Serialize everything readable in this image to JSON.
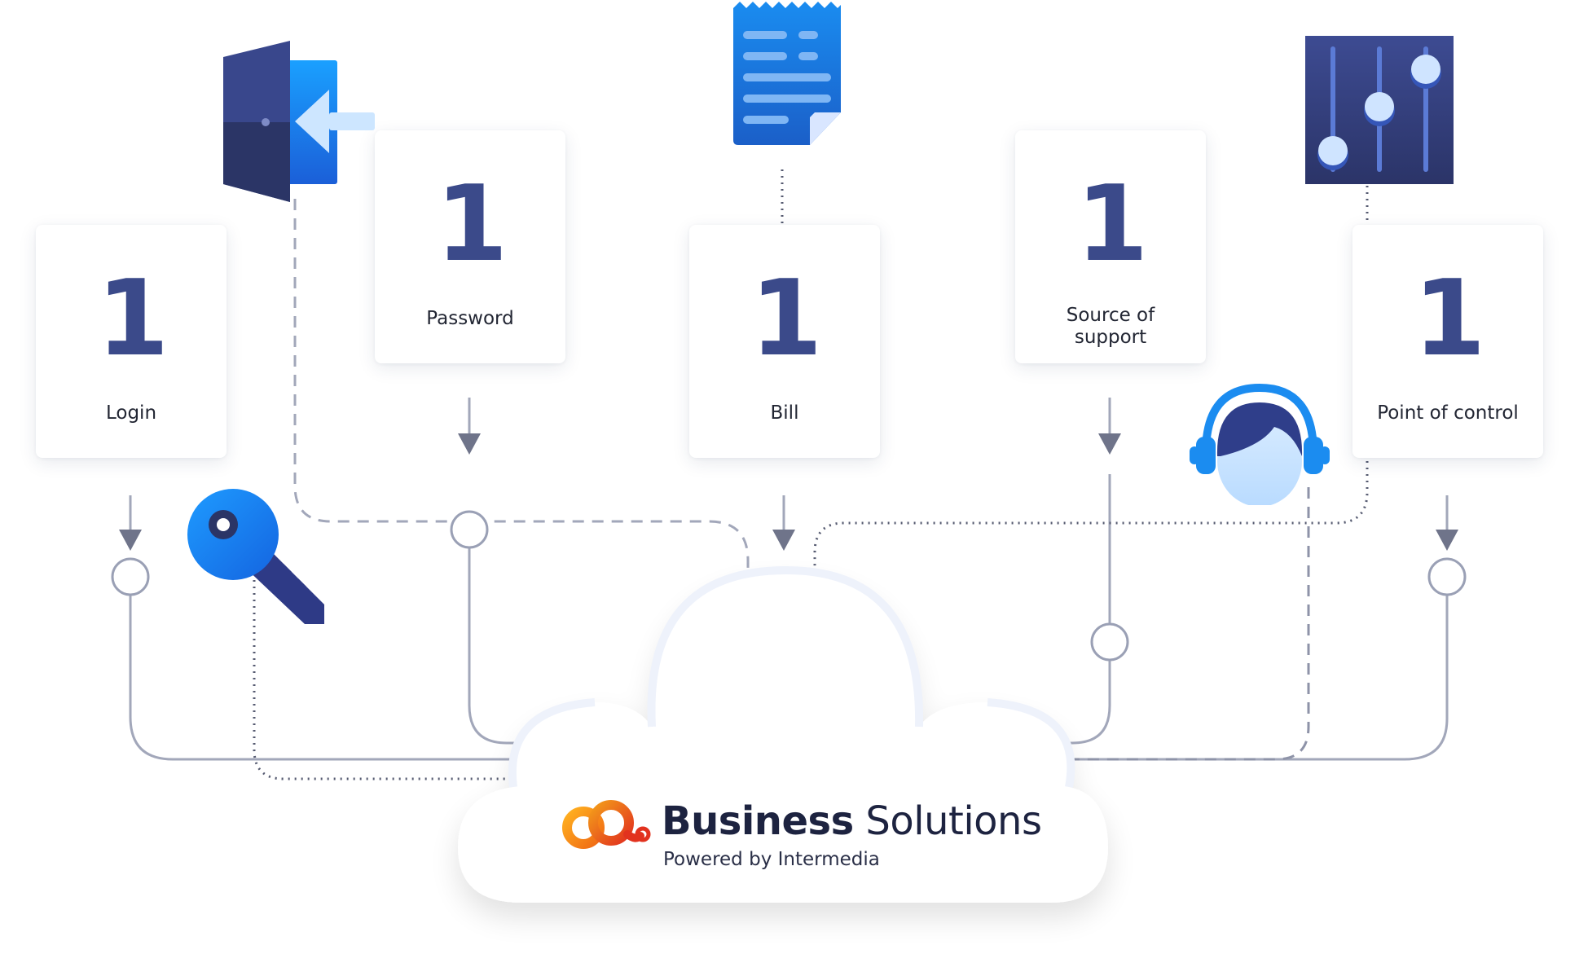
{
  "cards": [
    {
      "id": "login",
      "number": "1",
      "label": "Login"
    },
    {
      "id": "password",
      "number": "1",
      "label": "Password"
    },
    {
      "id": "bill",
      "number": "1",
      "label": "Bill"
    },
    {
      "id": "support",
      "number": "1",
      "label": "Source of support"
    },
    {
      "id": "control",
      "number": "1",
      "label": "Point of control"
    }
  ],
  "brand": {
    "name_bold": "Business",
    "name_light": "Solutions",
    "tagline": "Powered by Intermedia"
  },
  "icons": {
    "login": "door-login-icon",
    "key": "key-icon",
    "bill": "receipt-icon",
    "support": "headset-icon",
    "control": "sliders-icon",
    "logo": "intermedia-logo-icon"
  },
  "colors": {
    "number": "#3b4a8a",
    "line": "#9aa0b5",
    "accent_blue": "#1b8cf0",
    "navy": "#2f3b7a",
    "logo_orange": "#f07a1a",
    "logo_red": "#e53a1e"
  }
}
